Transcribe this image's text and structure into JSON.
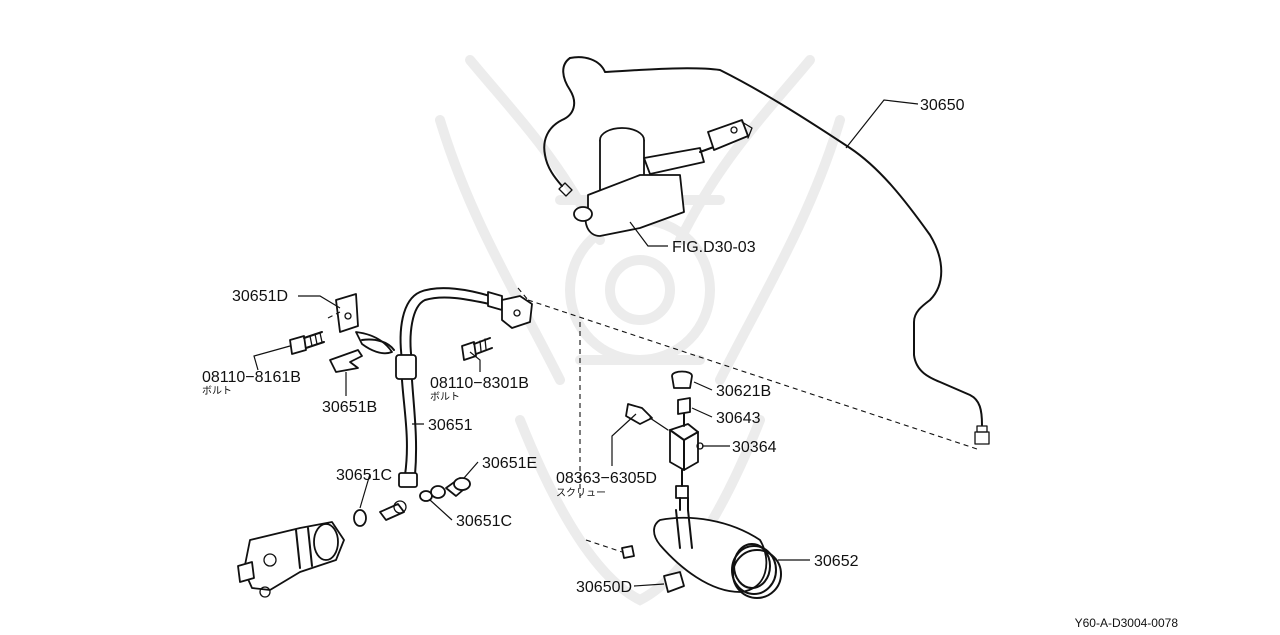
{
  "diagram": {
    "reference_code": "Y60-A-D3004-0078",
    "figure_reference": "FIG.D30-03",
    "parts": {
      "p30650": "30650",
      "p30651D": "30651D",
      "p08110_8161B": "08110−8161B",
      "p08110_8161B_note": "ボルト",
      "p30651B": "30651B",
      "p08110_8301B": "08110−8301B",
      "p08110_8301B_note": "ボルト",
      "p30651": "30651",
      "p30621B": "30621B",
      "p30643": "30643",
      "p30364": "30364",
      "p30651E": "30651E",
      "p30651C_left": "30651C",
      "p30651C_right": "30651C",
      "p08363_6305D": "08363−6305D",
      "p08363_6305D_note": "スクリュー",
      "p30652": "30652",
      "p30650D": "30650D"
    }
  },
  "colors": {
    "ink": "#111111",
    "watermark": "#ececec",
    "background": "#ffffff"
  }
}
